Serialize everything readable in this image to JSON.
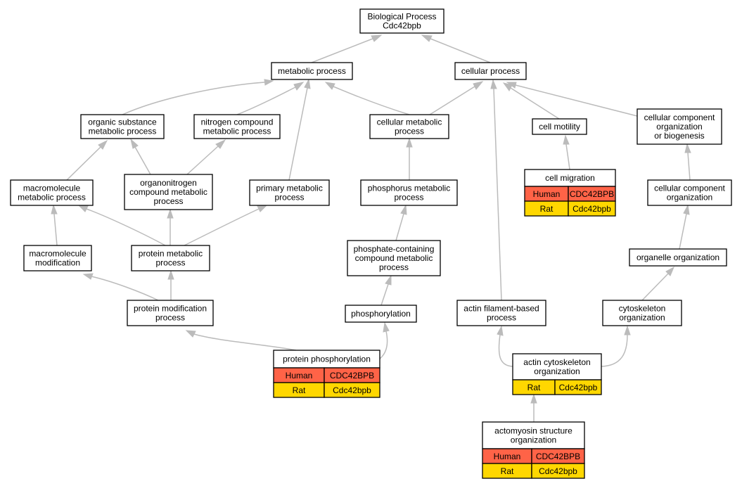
{
  "colors": {
    "human": "#ff6347",
    "rat": "#ffd700",
    "edge": "#bbbbbb"
  },
  "nodes": {
    "bp": {
      "lines": [
        "Biological Process",
        "Cdc42bpb"
      ]
    },
    "metabolic": {
      "lines": [
        "metabolic process"
      ]
    },
    "cellular": {
      "lines": [
        "cellular process"
      ]
    },
    "organic": {
      "lines": [
        "organic substance",
        "metabolic process"
      ]
    },
    "nitrogen": {
      "lines": [
        "nitrogen compound",
        "metabolic process"
      ]
    },
    "cellmeta": {
      "lines": [
        "cellular metabolic",
        "process"
      ]
    },
    "motility": {
      "lines": [
        "cell motility"
      ]
    },
    "ccob": {
      "lines": [
        "cellular component",
        "organization",
        "or biogenesis"
      ]
    },
    "macro": {
      "lines": [
        "macromolecule",
        "metabolic process"
      ]
    },
    "organonitro": {
      "lines": [
        "organonitrogen",
        "compound metabolic",
        "process"
      ]
    },
    "primary": {
      "lines": [
        "primary metabolic",
        "process"
      ]
    },
    "phosmeta": {
      "lines": [
        "phosphorus metabolic",
        "process"
      ]
    },
    "migration": {
      "lines": [
        "cell migration"
      ],
      "species": [
        [
          "Human",
          "CDC42BPB"
        ],
        [
          "Rat",
          "Cdc42bpb"
        ]
      ]
    },
    "cco": {
      "lines": [
        "cellular component",
        "organization"
      ]
    },
    "macromod": {
      "lines": [
        "macromolecule",
        "modification"
      ]
    },
    "protmeta": {
      "lines": [
        "protein metabolic",
        "process"
      ]
    },
    "phosphate": {
      "lines": [
        "phosphate-containing",
        "compound metabolic",
        "process"
      ]
    },
    "organelle": {
      "lines": [
        "organelle organization"
      ]
    },
    "protmod": {
      "lines": [
        "protein modification",
        "process"
      ]
    },
    "phosphorylation": {
      "lines": [
        "phosphorylation"
      ]
    },
    "actinfil": {
      "lines": [
        "actin filament-based",
        "process"
      ]
    },
    "cytoorg": {
      "lines": [
        "cytoskeleton",
        "organization"
      ]
    },
    "protphos": {
      "lines": [
        "protein phosphorylation"
      ],
      "species": [
        [
          "Human",
          "CDC42BPB"
        ],
        [
          "Rat",
          "Cdc42bpb"
        ]
      ]
    },
    "actincyto": {
      "lines": [
        "actin cytoskeleton",
        "organization"
      ],
      "species": [
        [
          "Rat",
          "Cdc42bpb"
        ]
      ]
    },
    "actomyosin": {
      "lines": [
        "actomyosin structure",
        "organization"
      ],
      "species": [
        [
          "Human",
          "CDC42BPB"
        ],
        [
          "Rat",
          "Cdc42bpb"
        ]
      ]
    }
  },
  "edges": [
    [
      "metabolic",
      "bp"
    ],
    [
      "cellular",
      "bp"
    ],
    [
      "organic",
      "metabolic"
    ],
    [
      "nitrogen",
      "metabolic"
    ],
    [
      "cellmeta",
      "metabolic"
    ],
    [
      "primary",
      "metabolic"
    ],
    [
      "cellmeta",
      "cellular"
    ],
    [
      "motility",
      "cellular"
    ],
    [
      "ccob",
      "cellular"
    ],
    [
      "actinfil",
      "cellular"
    ],
    [
      "macro",
      "organic"
    ],
    [
      "organonitro",
      "organic"
    ],
    [
      "organonitro",
      "nitrogen"
    ],
    [
      "phosmeta",
      "cellmeta"
    ],
    [
      "migration",
      "motility"
    ],
    [
      "cco",
      "ccob"
    ],
    [
      "macromod",
      "macro"
    ],
    [
      "protmeta",
      "macro"
    ],
    [
      "protmeta",
      "organonitro"
    ],
    [
      "protmeta",
      "primary"
    ],
    [
      "phosphate",
      "phosmeta"
    ],
    [
      "organelle",
      "cco"
    ],
    [
      "protmod",
      "macromod"
    ],
    [
      "protmod",
      "protmeta"
    ],
    [
      "phosphorylation",
      "phosphate"
    ],
    [
      "cytoorg",
      "organelle"
    ],
    [
      "protphos",
      "protmod"
    ],
    [
      "protphos",
      "phosphorylation"
    ],
    [
      "actincyto",
      "actinfil"
    ],
    [
      "actincyto",
      "cytoorg"
    ],
    [
      "actomyosin",
      "actincyto"
    ]
  ]
}
